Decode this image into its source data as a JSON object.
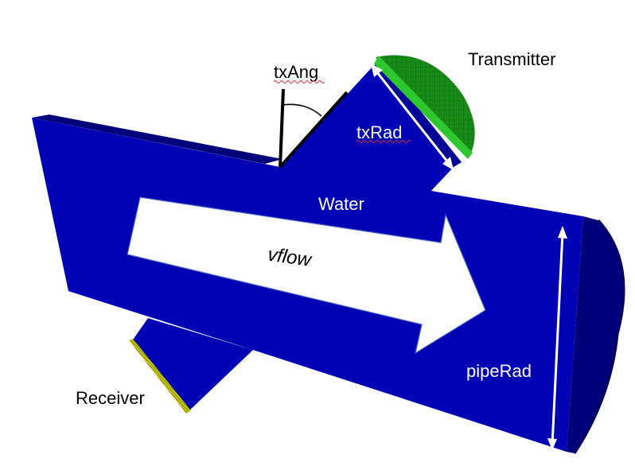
{
  "labels": {
    "transmitter": "Transmitter",
    "tx_ang": "txAng",
    "tx_rad": "txRad",
    "water": "Water",
    "vflow": "vflow",
    "pipe_rad": "pipeRad",
    "receiver": "Receiver"
  },
  "colors": {
    "pipe_front": "#0000b4",
    "pipe_dark": "#00007a",
    "pipe_mid": "#000096",
    "transmitter": "#178c17",
    "transmitter_edge": "#2ec72e",
    "receiver": "#c8c800",
    "arrow": "#ffffff",
    "arrow_outline": "#4060c0"
  },
  "icons": {
    "transmitter": "dome-shape",
    "receiver": "edge-strip",
    "flow": "arrow-right"
  }
}
